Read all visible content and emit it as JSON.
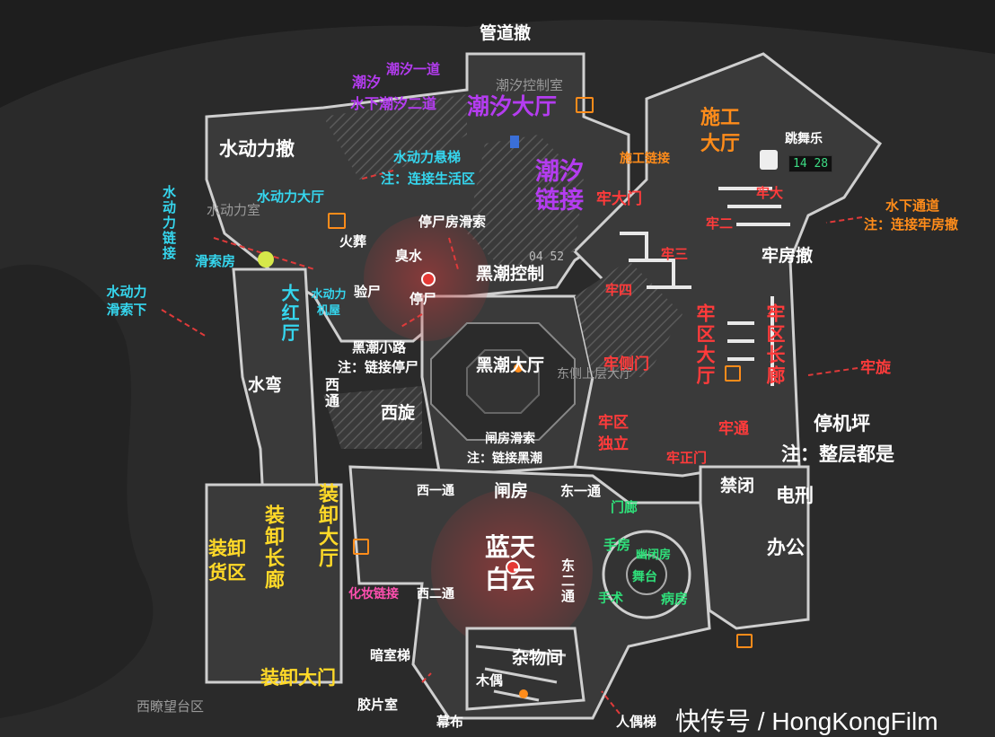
{
  "colors": {
    "background": "#1c1c1c",
    "terrain": "#2a2a2a",
    "floor": "#3a3a3a",
    "wall": "#cfcfcf",
    "hatch": "#555555",
    "zone_red": "#c43a3a",
    "white": "#ffffff",
    "cyan": "#35d6ee",
    "purple": "#b43cf0",
    "orange": "#ff8c1a",
    "red": "#ff3b3b",
    "yellow": "#ffd928",
    "green": "#2fe07a",
    "pink": "#ff4fb0"
  },
  "labels": {
    "guandao_che": "管道撤",
    "chaoxi_yidao": "潮汐一道",
    "chaoxi": "潮汐",
    "shuixia_chaoxi_erdao": "水下潮汐二道",
    "chaoxi_kongzhishi": "潮汐控制室",
    "chaoxi_dating": "潮汐大厅",
    "shuidongli_che": "水动力撤",
    "shuidongli_xuanti": "水动力悬梯",
    "zhu_lianjie_shenghuoqu": "注：连接生活区",
    "shuidongli_dating": "水动力大厅",
    "shuidongli_shi": "水动力室",
    "chaoxi_lianjie": "潮汐链接",
    "shigong_dating": "施工大厅",
    "tiaowule": "跳舞乐",
    "shigong_lianjie": "施工链接",
    "shuixia_tongdao": "水下通道",
    "zhu_lianjie_laofangche": "注：连接牢房撤",
    "laodamen": "牢大门",
    "laoda": "牢大",
    "laoer": "牢二",
    "laosan": "牢三",
    "laosi": "牢四",
    "laofang_che": "牢房撤",
    "shuidongli_lianjie": "水动力链接",
    "huaxuanfang": "滑索房",
    "shuidongli_huasuoxia": "水动力滑索下",
    "huozang": "火葬",
    "choushui": "臭水",
    "tingshifang_huasuo": "停尸房滑索",
    "heichao_kongzhi": "黑潮控制",
    "dahongting": "大红厅",
    "shuidongli_jiwu": "水动力机屋",
    "yanshi": "验尸",
    "tingshi": "停尸",
    "heichao_xiaolu": "黑潮小路",
    "zhu_lianjie_tingshi": "注：链接停尸",
    "shuiwan": "水弯",
    "xitong": "西通",
    "xixuan": "西旋",
    "heichao_dating": "黑潮大厅",
    "dongce_shangceng": "东侧上层大厅",
    "laoce_men": "牢侧门",
    "laoqu_dating": "牢区大厅",
    "laoqu_changlang": "牢区长廊",
    "laoxuan": "牢旋",
    "laoqu_duli": "牢区独立",
    "laotong": "牢通",
    "laozhengmen": "牢正门",
    "tingjiping": "停机坪",
    "zhu_zhengceng": "注：整层都是",
    "zhafang_huasuo": "闸房滑索",
    "zhu_lianjie_heichao": "注：链接黑潮",
    "xiyitong": "西一通",
    "zhafang": "闸房",
    "dongyitong": "东一通",
    "jinbi": "禁闭",
    "dianxing": "电刑",
    "bangong": "办公",
    "zhuangxie_huoqu": "装卸货区",
    "zhuangxie_changlang": "装卸长廊",
    "zhuangxie_dating": "装卸大厅",
    "lantian_baiyun": "蓝天白云",
    "menlang": "门廊",
    "shoufang": "手房",
    "tuochengfang": "幽闭房",
    "tiaotai": "舞台",
    "shoushu": "手术",
    "bingfang": "病房",
    "huajiangti": "化妆链接",
    "xiertong": "西二通",
    "dongertong": "东二通",
    "anshiti": "暗室梯",
    "zawujian": "杂物间",
    "muou": "木偶",
    "jiaopianshi": "胶片室",
    "mubu": "幕布",
    "renouti": "人偶梯",
    "zhuangxie_damen": "装卸大门",
    "xidi_wangtaiqu": "西瞭望台区"
  },
  "clocks": {
    "clock_top": "14 28",
    "clock_mid": "04 52"
  },
  "watermark": "快传号 / HongKongFilm"
}
